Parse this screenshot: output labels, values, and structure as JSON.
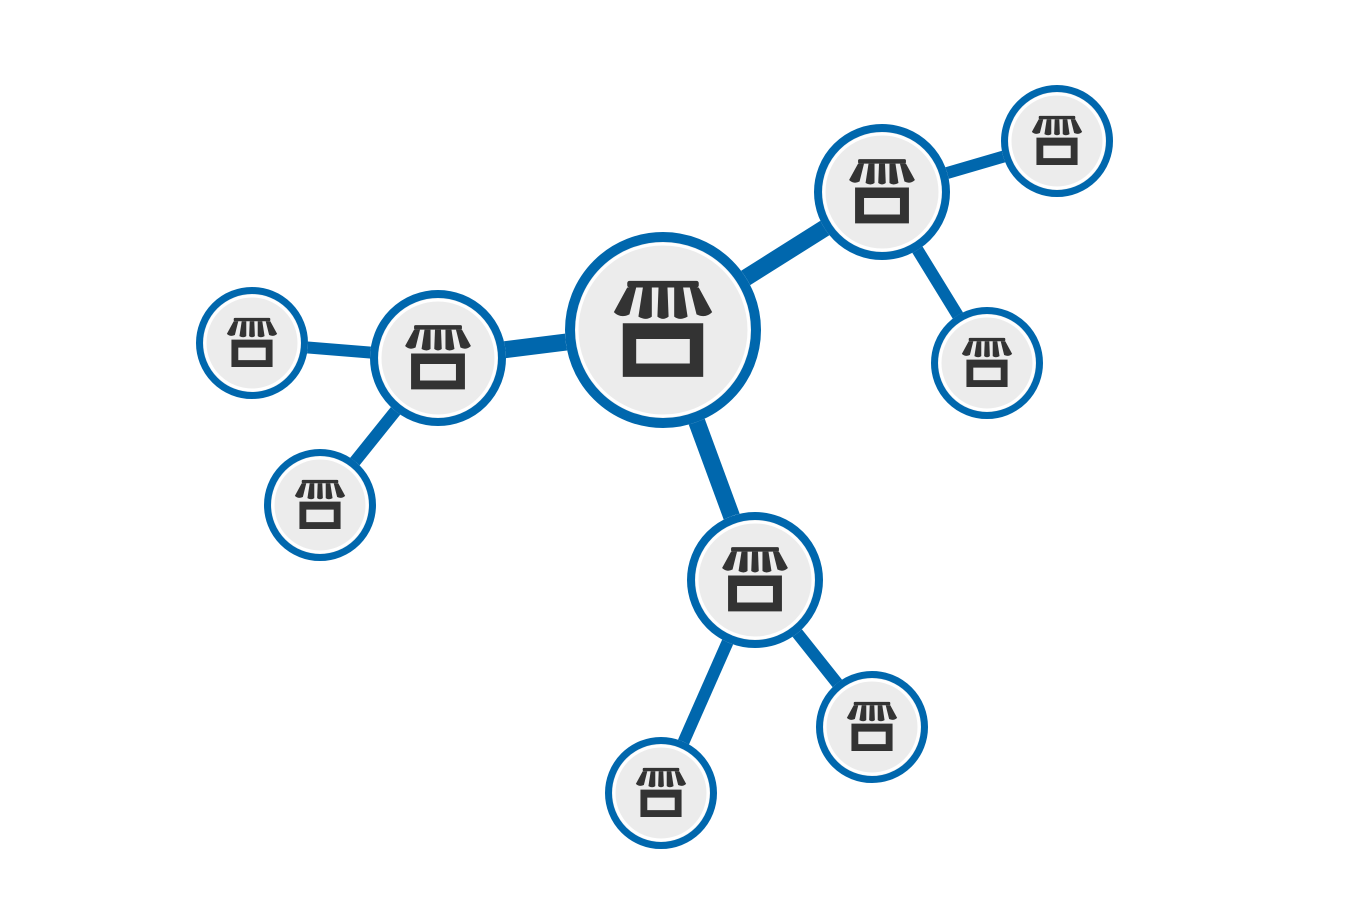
{
  "diagram": {
    "type": "network",
    "style": {
      "edge_color": "#0067ad",
      "node_ring_color": "#0067ad",
      "node_fill_color": "#ececec",
      "icon_color": "#333333"
    },
    "nodes": [
      {
        "id": "hub",
        "icon": "storefront-icon",
        "tier": "primary"
      },
      {
        "id": "left-hub",
        "icon": "storefront-icon",
        "tier": "secondary"
      },
      {
        "id": "upper-right-hub",
        "icon": "storefront-icon",
        "tier": "secondary"
      },
      {
        "id": "lower-hub",
        "icon": "storefront-icon",
        "tier": "secondary"
      },
      {
        "id": "left-far",
        "icon": "storefront-icon",
        "tier": "leaf"
      },
      {
        "id": "left-lower",
        "icon": "storefront-icon",
        "tier": "leaf"
      },
      {
        "id": "upper-right-far",
        "icon": "storefront-icon",
        "tier": "leaf"
      },
      {
        "id": "upper-right-lower",
        "icon": "storefront-icon",
        "tier": "leaf"
      },
      {
        "id": "lower-left",
        "icon": "storefront-icon",
        "tier": "leaf"
      },
      {
        "id": "lower-right",
        "icon": "storefront-icon",
        "tier": "leaf"
      }
    ],
    "edges": [
      {
        "from": "hub",
        "to": "left-hub"
      },
      {
        "from": "hub",
        "to": "upper-right-hub"
      },
      {
        "from": "hub",
        "to": "lower-hub"
      },
      {
        "from": "left-hub",
        "to": "left-far"
      },
      {
        "from": "left-hub",
        "to": "left-lower"
      },
      {
        "from": "upper-right-hub",
        "to": "upper-right-far"
      },
      {
        "from": "upper-right-hub",
        "to": "upper-right-lower"
      },
      {
        "from": "lower-hub",
        "to": "lower-left"
      },
      {
        "from": "lower-hub",
        "to": "lower-right"
      }
    ]
  }
}
